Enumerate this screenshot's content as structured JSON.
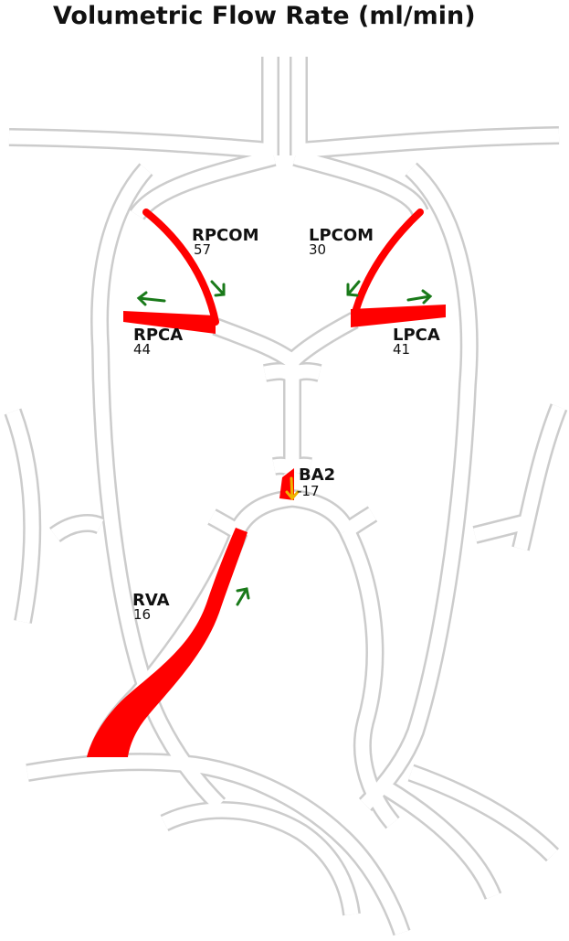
{
  "title": "Volumetric Flow Rate (ml/min)",
  "colors": {
    "vessel_outline": "#cccccc",
    "high_flow": "#ff0000",
    "flow_arrow": "#1a7a1a",
    "reverse_arrow": "#f0b400"
  },
  "segments": {
    "rpcom": {
      "label": "RPCOM",
      "value": "57"
    },
    "lpcom": {
      "label": "LPCOM",
      "value": "30"
    },
    "rpca": {
      "label": "RPCA",
      "value": "44"
    },
    "lpca": {
      "label": "LPCA",
      "value": "41"
    },
    "ba2": {
      "label": "BA2",
      "value": "-17"
    },
    "rva": {
      "label": "RVA",
      "value": "16"
    }
  },
  "icons": {
    "flow_arrow": "arrow-icon"
  }
}
